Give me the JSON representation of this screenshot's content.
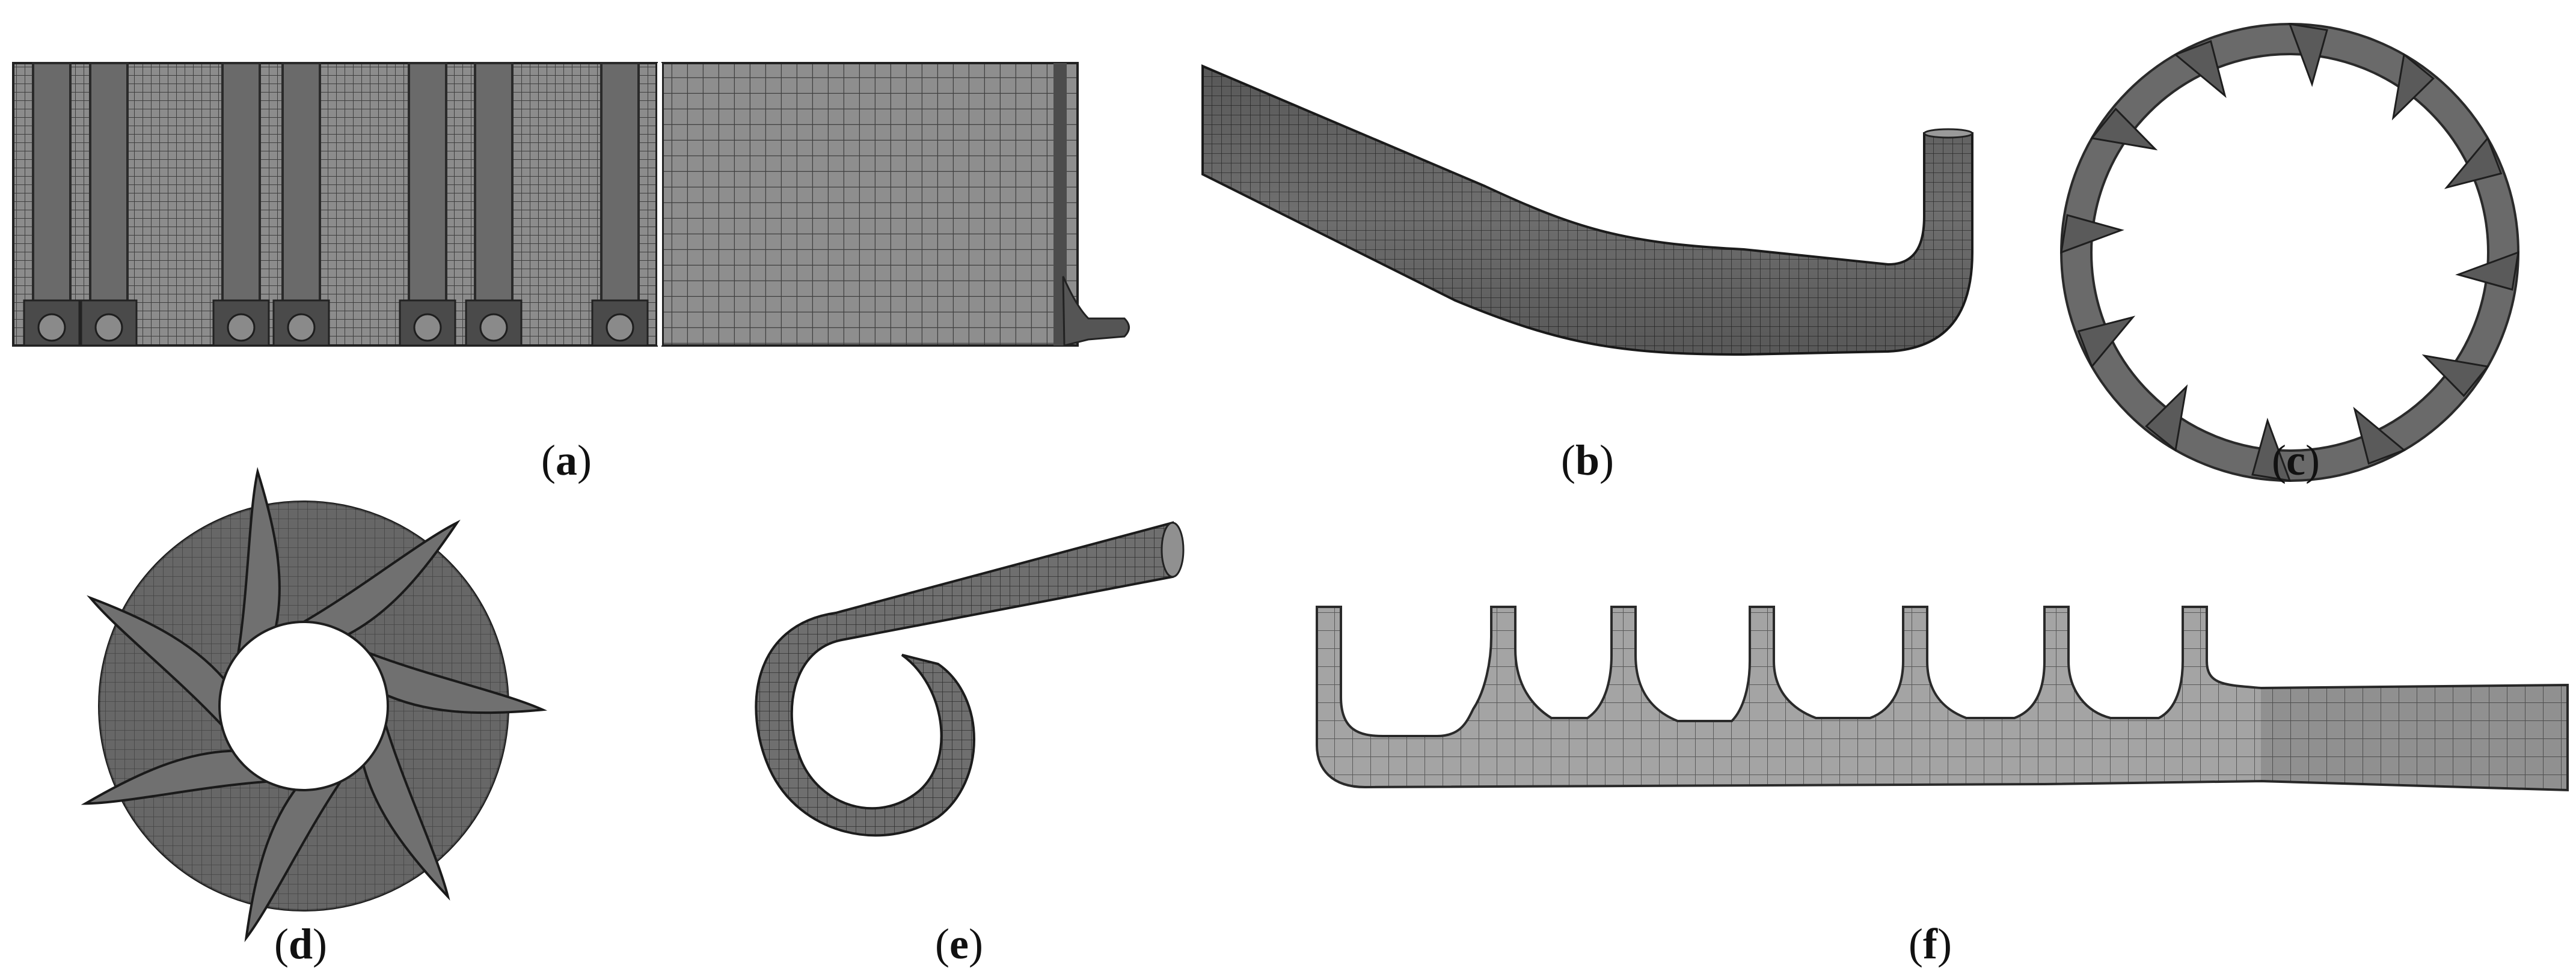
{
  "panels": [
    {
      "id": "a",
      "label": "a"
    },
    {
      "id": "b",
      "label": "b"
    },
    {
      "id": "c",
      "label": "c"
    },
    {
      "id": "d",
      "label": "d"
    },
    {
      "id": "e",
      "label": "e"
    },
    {
      "id": "f",
      "label": "f"
    }
  ],
  "colors": {
    "mesh_fill": "#7a7a7a",
    "mesh_dark": "#3a3a3a",
    "mesh_line": "#2b2b2b",
    "background": "#ffffff"
  }
}
